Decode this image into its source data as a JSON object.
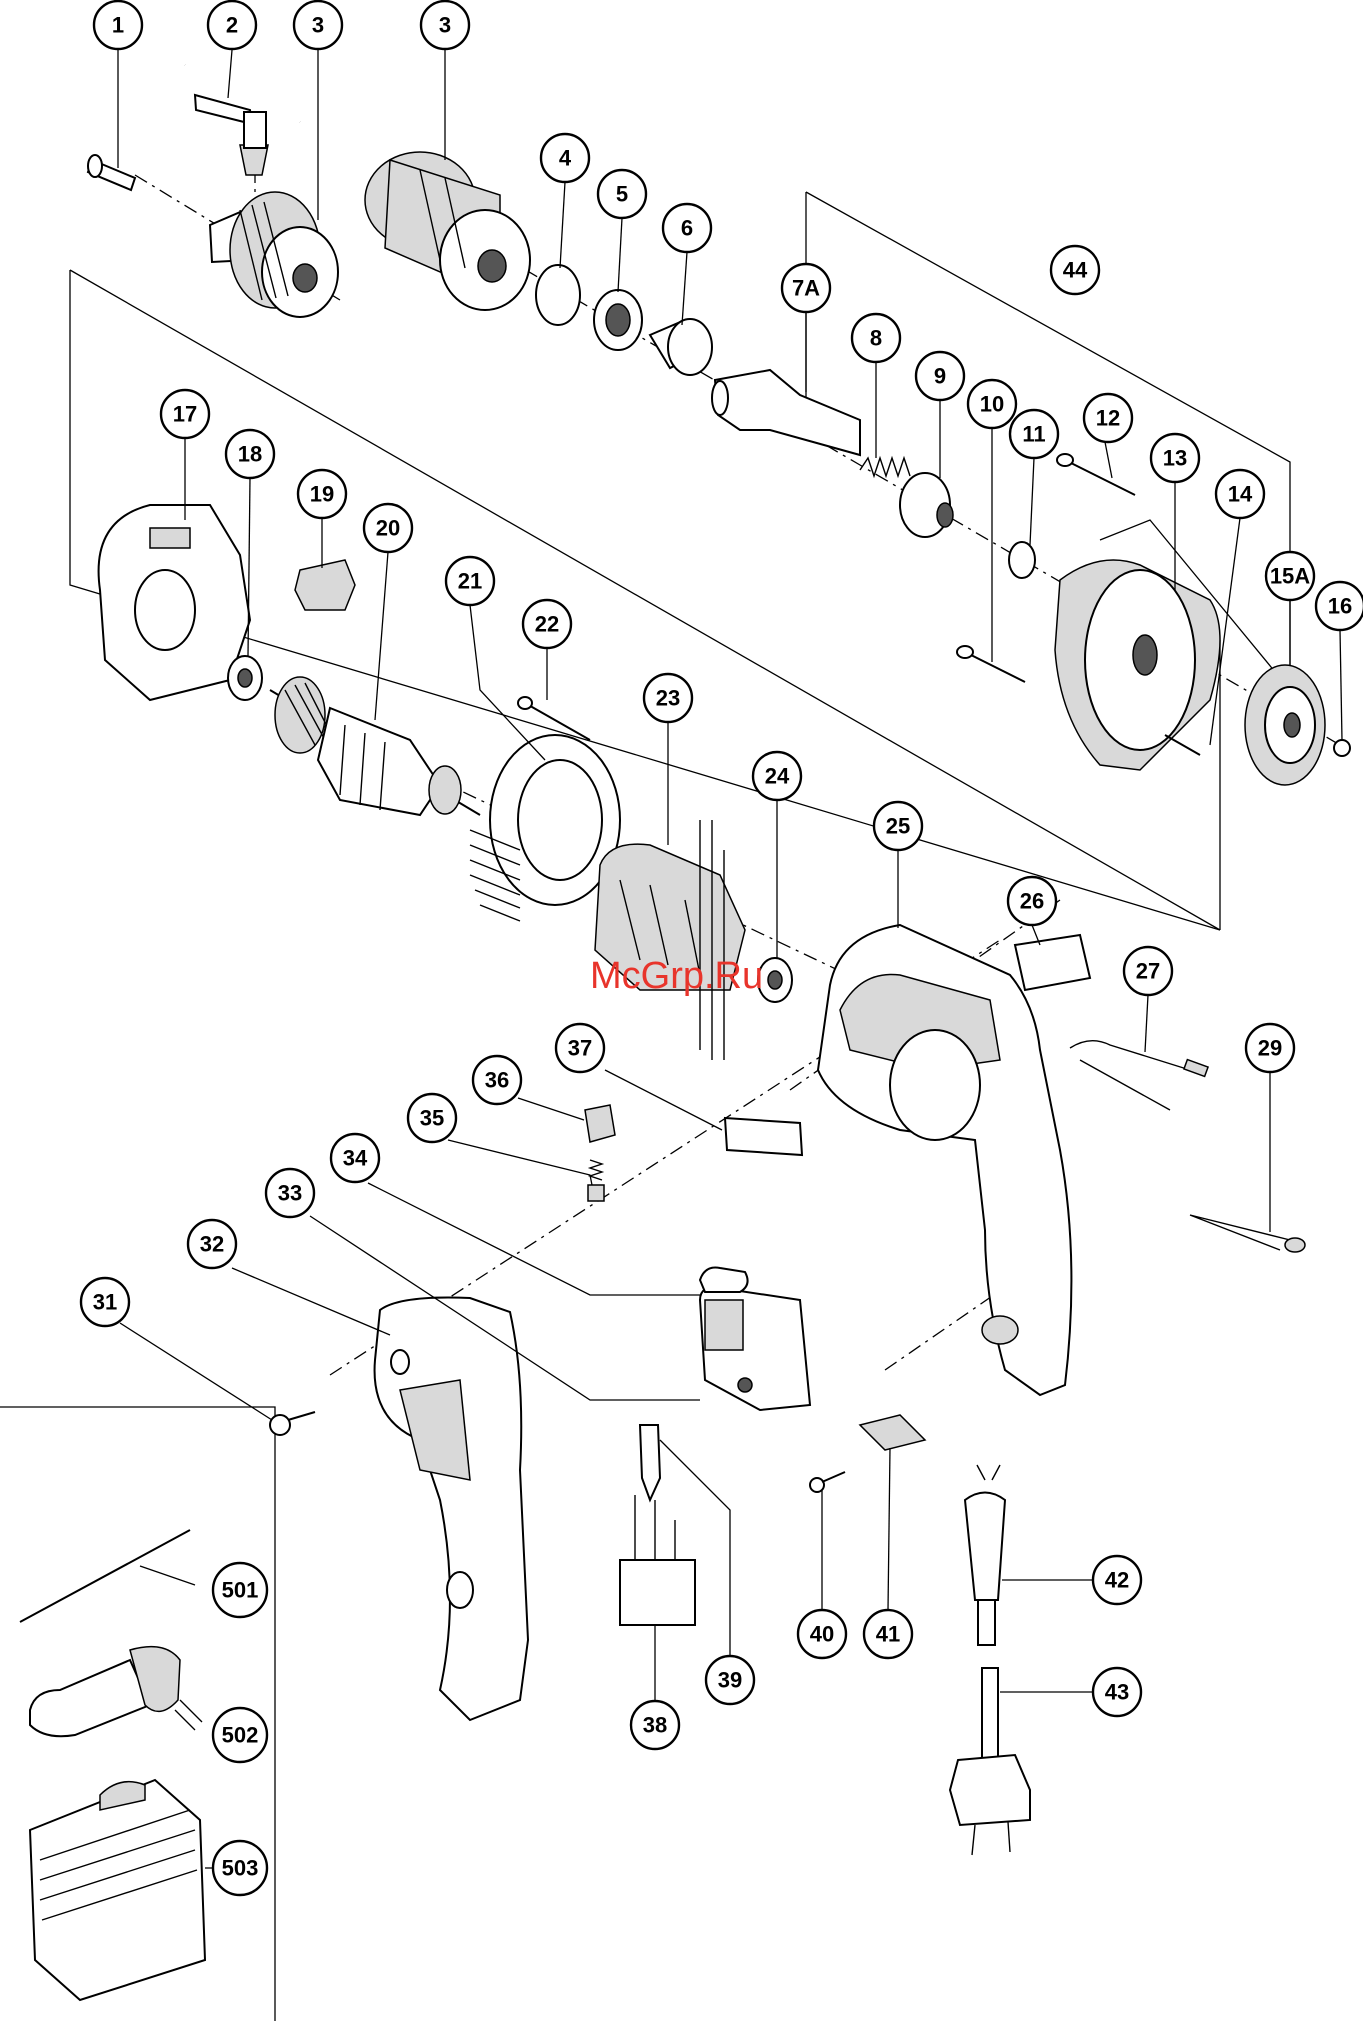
{
  "watermark": "McGrp.Ru",
  "callouts": [
    {
      "id": "c1",
      "label": "1"
    },
    {
      "id": "c2",
      "label": "2"
    },
    {
      "id": "c3a",
      "label": "3"
    },
    {
      "id": "c3b",
      "label": "3"
    },
    {
      "id": "c4",
      "label": "4"
    },
    {
      "id": "c5",
      "label": "5"
    },
    {
      "id": "c6",
      "label": "6"
    },
    {
      "id": "c7A",
      "label": "7A"
    },
    {
      "id": "c8",
      "label": "8"
    },
    {
      "id": "c9",
      "label": "9"
    },
    {
      "id": "c10",
      "label": "10"
    },
    {
      "id": "c11",
      "label": "11"
    },
    {
      "id": "c12",
      "label": "12"
    },
    {
      "id": "c13",
      "label": "13"
    },
    {
      "id": "c14",
      "label": "14"
    },
    {
      "id": "c15A",
      "label": "15A"
    },
    {
      "id": "c16",
      "label": "16"
    },
    {
      "id": "c17",
      "label": "17"
    },
    {
      "id": "c18",
      "label": "18"
    },
    {
      "id": "c19",
      "label": "19"
    },
    {
      "id": "c20",
      "label": "20"
    },
    {
      "id": "c21",
      "label": "21"
    },
    {
      "id": "c22",
      "label": "22"
    },
    {
      "id": "c23",
      "label": "23"
    },
    {
      "id": "c24",
      "label": "24"
    },
    {
      "id": "c25",
      "label": "25"
    },
    {
      "id": "c26",
      "label": "26"
    },
    {
      "id": "c27",
      "label": "27"
    },
    {
      "id": "c29",
      "label": "29"
    },
    {
      "id": "c31",
      "label": "31"
    },
    {
      "id": "c32",
      "label": "32"
    },
    {
      "id": "c33",
      "label": "33"
    },
    {
      "id": "c34",
      "label": "34"
    },
    {
      "id": "c35",
      "label": "35"
    },
    {
      "id": "c36",
      "label": "36"
    },
    {
      "id": "c37",
      "label": "37"
    },
    {
      "id": "c38",
      "label": "38"
    },
    {
      "id": "c39",
      "label": "39"
    },
    {
      "id": "c40",
      "label": "40"
    },
    {
      "id": "c41",
      "label": "41"
    },
    {
      "id": "c42",
      "label": "42"
    },
    {
      "id": "c43",
      "label": "43"
    },
    {
      "id": "c44",
      "label": "44"
    },
    {
      "id": "c501",
      "label": "501"
    },
    {
      "id": "c502",
      "label": "502"
    },
    {
      "id": "c503",
      "label": "503"
    }
  ]
}
